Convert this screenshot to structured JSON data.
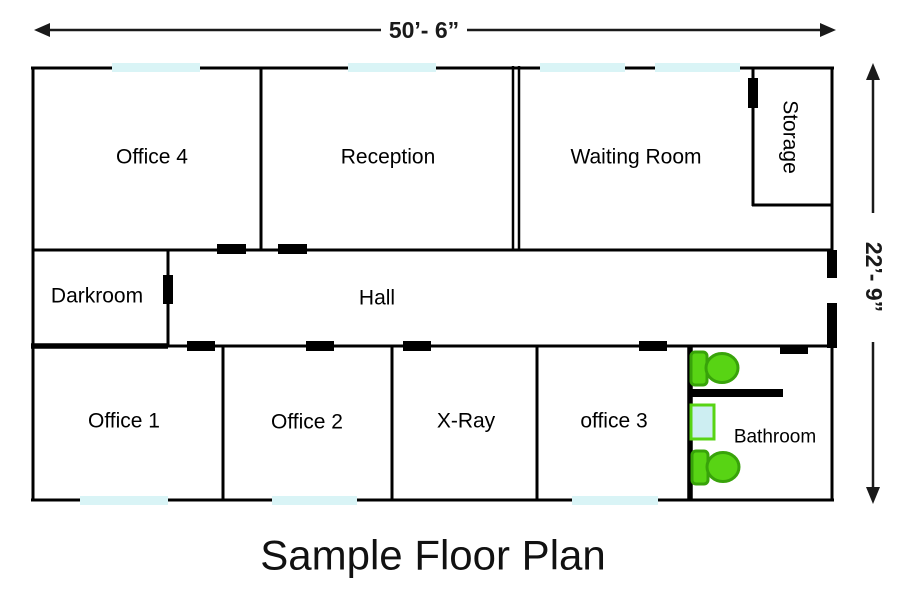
{
  "title": "Sample Floor Plan",
  "dimensions": {
    "width_label": "50’- 6”",
    "height_label": "22’- 9”"
  },
  "rooms": {
    "office4": {
      "label": "Office 4"
    },
    "reception": {
      "label": "Reception"
    },
    "waiting": {
      "label": "Waiting Room"
    },
    "storage": {
      "label": "Storage"
    },
    "darkroom": {
      "label": "Darkroom"
    },
    "hall": {
      "label": "Hall"
    },
    "office1": {
      "label": "Office 1"
    },
    "office2": {
      "label": "Office 2"
    },
    "xray": {
      "label": "X-Ray"
    },
    "office3": {
      "label": "office 3"
    },
    "bathroom": {
      "label": "Bathroom"
    }
  },
  "colors": {
    "wall": "#000000",
    "window": "#d9f4f6",
    "fixture_green": "#58d414",
    "fixture_green_border": "#38a30a",
    "sink_fill": "#cdeef2"
  }
}
